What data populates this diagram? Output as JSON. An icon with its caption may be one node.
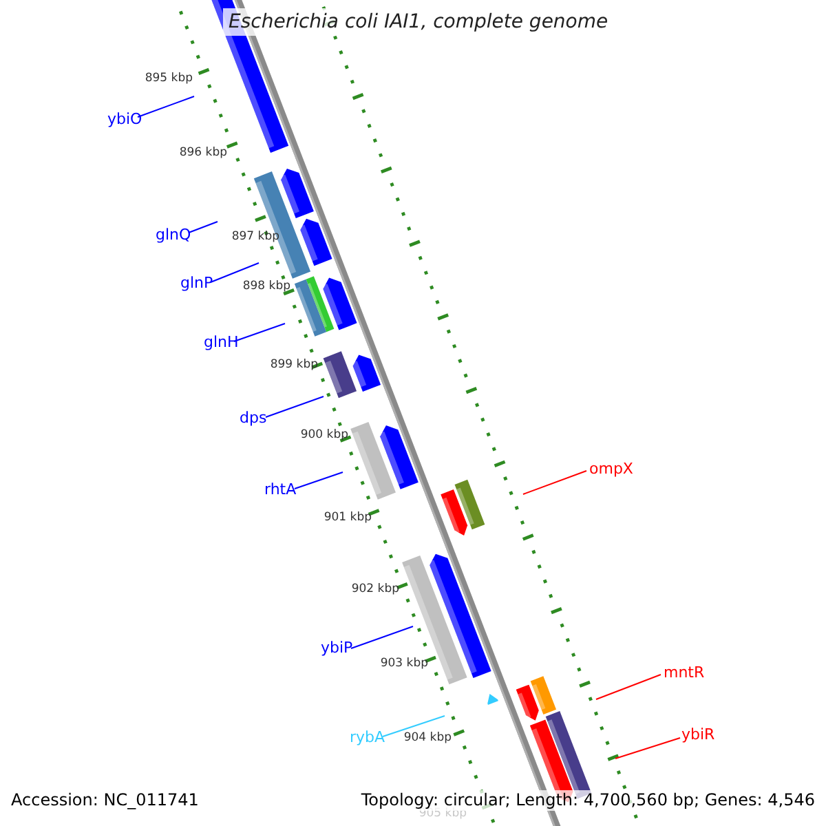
{
  "diagram": {
    "title": "Escherichia coli IAI1, complete genome",
    "nodes": [
      {
        "text": [
          "ybiO"
        ]
      },
      {
        "text": [
          "glnQ"
        ]
      },
      {
        "text": [
          "glnP"
        ]
      },
      {
        "text": [
          "glnH"
        ]
      },
      {
        "text": [
          "dps"
        ]
      },
      {
        "text": [
          "rhtA"
        ]
      },
      {
        "text": [
          "ybiP"
        ]
      },
      {
        "text": [
          "rybA"
        ]
      },
      {
        "text": [
          "ompX"
        ]
      },
      {
        "text": [
          "mntR"
        ]
      },
      {
        "text": [
          "ybiR"
        ]
      }
    ],
    "edges": [
      {
        "from": 0,
        "to": null,
        "arrow": "none"
      },
      {
        "from": 1,
        "to": null,
        "arrow": "none"
      },
      {
        "from": 2,
        "to": null,
        "arrow": "none"
      },
      {
        "from": 3,
        "to": null,
        "arrow": "none"
      },
      {
        "from": 4,
        "to": null,
        "arrow": "none"
      },
      {
        "from": 5,
        "to": null,
        "arrow": "none"
      },
      {
        "from": 6,
        "to": null,
        "arrow": "none"
      },
      {
        "from": 7,
        "to": null,
        "arrow": "none",
        "color": "#33ccff"
      },
      {
        "from": 8,
        "to": null,
        "arrow": "none",
        "color": "#ff0000"
      },
      {
        "from": 9,
        "to": null,
        "arrow": "none",
        "color": "#ff0000"
      },
      {
        "from": 10,
        "to": null,
        "arrow": "none",
        "color": "#ff0000"
      }
    ],
    "labels": [
      "895 kbp",
      "896 kbp",
      "897 kbp",
      "898 kbp",
      "899 kbp",
      "900 kbp",
      "901 kbp",
      "902 kbp",
      "903 kbp",
      "904 kbp",
      "905 kbp",
      "Accession: NC_011741",
      "Topology: circular; Length: 4,700,560 bp; Genes: 4,546"
    ]
  }
}
